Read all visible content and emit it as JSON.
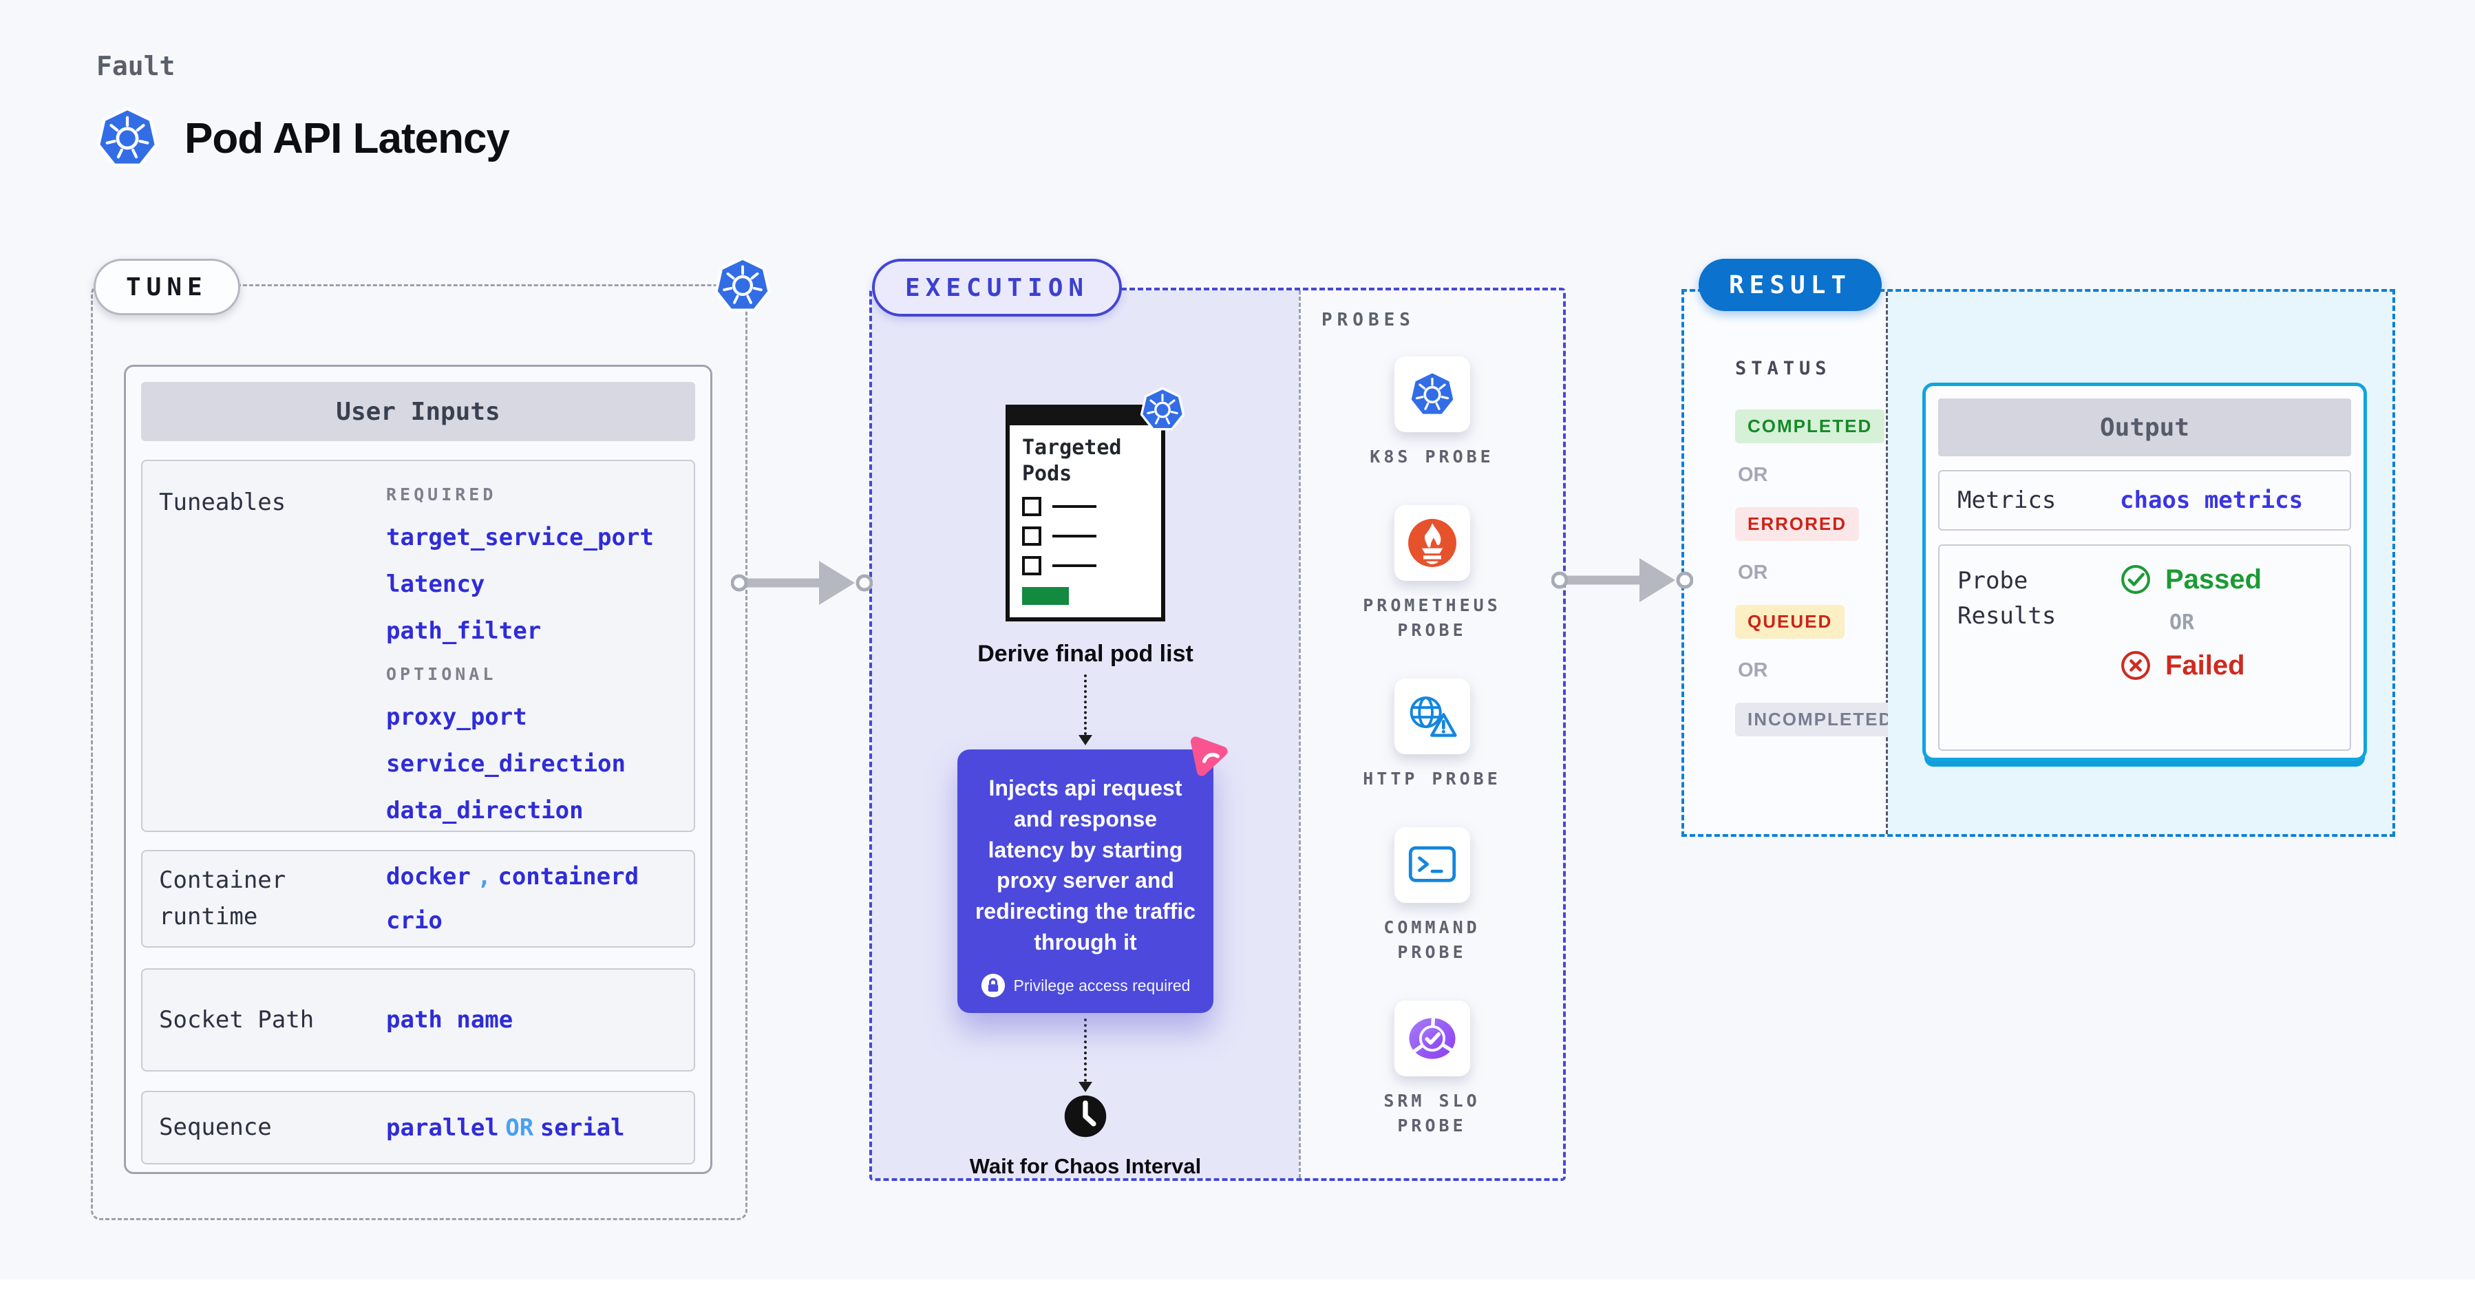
{
  "header": {
    "kicker": "Fault",
    "title": "Pod API Latency"
  },
  "tune": {
    "label": "TUNE",
    "user_inputs_header": "User Inputs",
    "tuneables": {
      "label": "Tuneables",
      "required_label": "REQUIRED",
      "required_items": [
        "target_service_port",
        "latency",
        "path_filter"
      ],
      "optional_label": "OPTIONAL",
      "optional_items": [
        "proxy_port",
        "service_direction",
        "data_direction"
      ]
    },
    "container_runtime": {
      "label": "Container runtime",
      "value_a": "docker",
      "separator": ",",
      "value_b": "containerd",
      "value_c": "crio"
    },
    "socket_path": {
      "label": "Socket Path",
      "value": "path name"
    },
    "sequence": {
      "label": "Sequence",
      "part1": "parallel",
      "or": "OR",
      "part2": "serial"
    }
  },
  "execution": {
    "label": "EXECUTION",
    "pod_list_title": "Targeted Pods",
    "derive_label": "Derive final pod list",
    "inject_description": "Injects api request and response latency by starting proxy server and redirecting the traffic through it",
    "privilege_note": "Privilege access required",
    "wait_label": "Wait for Chaos Interval"
  },
  "probes": {
    "label": "PROBES",
    "items": [
      {
        "name": "K8S PROBE",
        "icon": "kubernetes-icon"
      },
      {
        "name": "PROMETHEUS PROBE",
        "icon": "prometheus-icon"
      },
      {
        "name": "HTTP PROBE",
        "icon": "http-globe-warning-icon"
      },
      {
        "name": "COMMAND PROBE",
        "icon": "terminal-icon"
      },
      {
        "name": "SRM SLO PROBE",
        "icon": "slo-donut-check-icon"
      }
    ]
  },
  "result": {
    "label": "RESULT",
    "status_label": "STATUS",
    "or_label": "OR",
    "statuses": [
      {
        "text": "COMPLETED",
        "type": "completed"
      },
      {
        "text": "ERRORED",
        "type": "errored"
      },
      {
        "text": "QUEUED",
        "type": "queued"
      },
      {
        "text": "INCOMPLETED",
        "type": "incompleted"
      }
    ],
    "output": {
      "header": "Output",
      "metrics_label": "Metrics",
      "metrics_value": "chaos metrics",
      "probe_results_label": "Probe Results",
      "passed_label": "Passed",
      "or_label": "OR",
      "failed_label": "Failed"
    }
  },
  "colors": {
    "kubernetes_blue": "#326de6",
    "prometheus_orange": "#e6522c",
    "execution_accent": "#4245d2",
    "execution_bg": "#e6e6f9",
    "inject_card_purple": "#4c49dc",
    "harness_pink": "#fa5490",
    "result_pill_blue": "#0b72cd",
    "result_border_blue": "#0c80d8",
    "output_border_cyan": "#12a3e0",
    "output_bg_cyan": "#e7f5fc",
    "code_blue": "#2f2cd9",
    "code_light_blue": "#4aa0f2",
    "completed_green": "#168a28",
    "errored_red": "#cc2418",
    "incompleted_gray": "#787d92",
    "passed_green": "#1b9b34",
    "failed_red": "#cf2a1e",
    "pods_green_bar": "#128a40"
  }
}
